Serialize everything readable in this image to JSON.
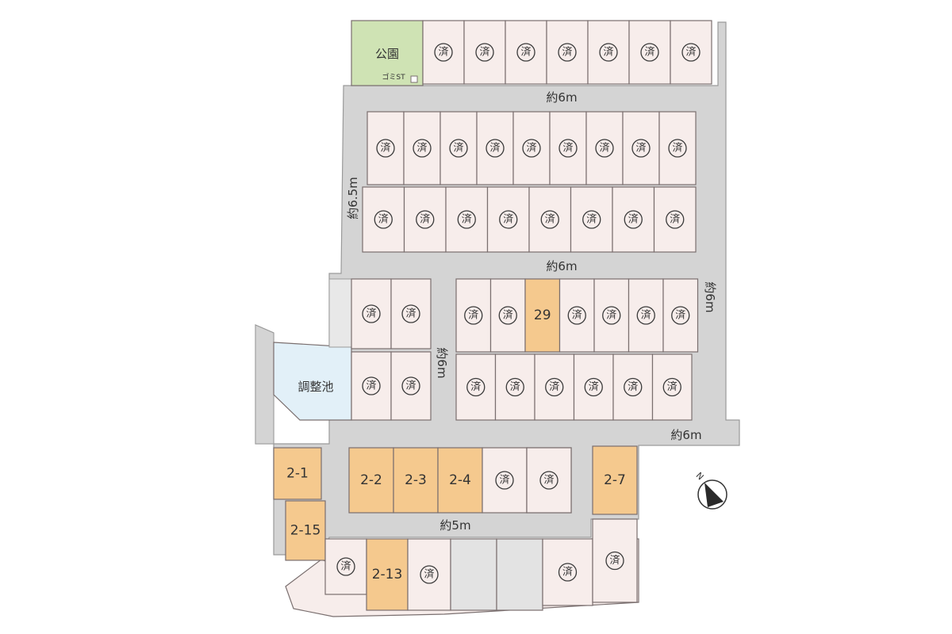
{
  "colors": {
    "road": "#d4d4d4",
    "road_outline": "#9a9a9a",
    "lot_sold": "#f7edeb",
    "lot_available": "#f5c98e",
    "lot_empty": "#e3e3e3",
    "park": "#cfe3b4",
    "pond": "#e2f0f8",
    "outline": "#7a6f6f"
  },
  "sold_mark": "済",
  "facilities": {
    "park": "公園",
    "garbage_station": "ゴミST",
    "pond": "調整池"
  },
  "roads": [
    {
      "id": "road-top",
      "label": "約6m"
    },
    {
      "id": "road-west",
      "label": "約6.5m"
    },
    {
      "id": "road-middle",
      "label": "約6m"
    },
    {
      "id": "road-east",
      "label": "約6m"
    },
    {
      "id": "road-inner",
      "label": "約6m"
    },
    {
      "id": "road-lower",
      "label": "約6m"
    },
    {
      "id": "road-south",
      "label": "約5m"
    }
  ],
  "available_lots": [
    "29",
    "2-1",
    "2-15",
    "2-2",
    "2-3",
    "2-4",
    "2-7",
    "2-13"
  ],
  "compass": {
    "label": "N"
  }
}
